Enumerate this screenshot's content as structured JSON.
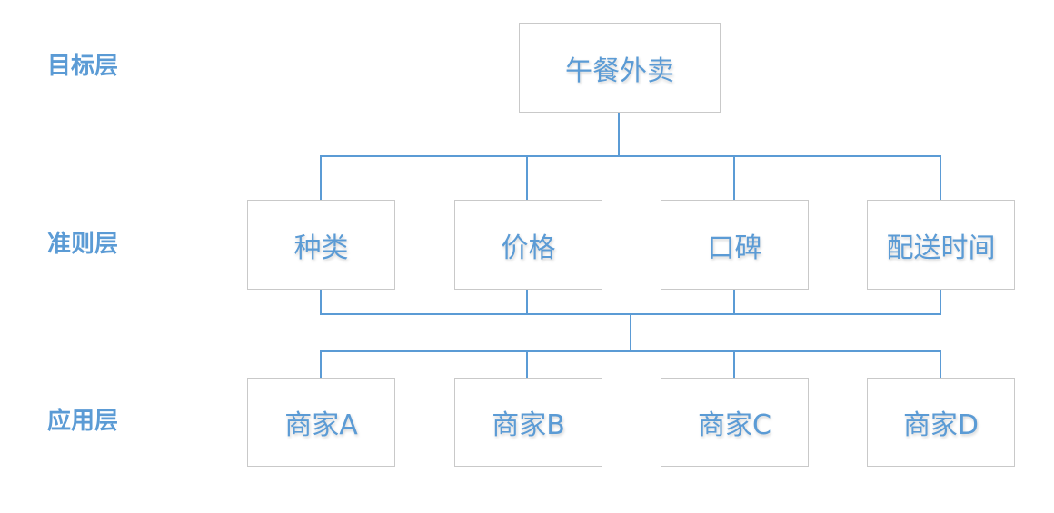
{
  "layers": {
    "goal": "目标层",
    "criteria": "准则层",
    "alternatives": "应用层"
  },
  "goal": "午餐外卖",
  "criteria": [
    "种类",
    "价格",
    "口碑",
    "配送时间"
  ],
  "alternatives": [
    "商家A",
    "商家B",
    "商家C",
    "商家D"
  ],
  "colors": {
    "accent": "#5b9bd5",
    "box_border": "#c9c9c9"
  }
}
